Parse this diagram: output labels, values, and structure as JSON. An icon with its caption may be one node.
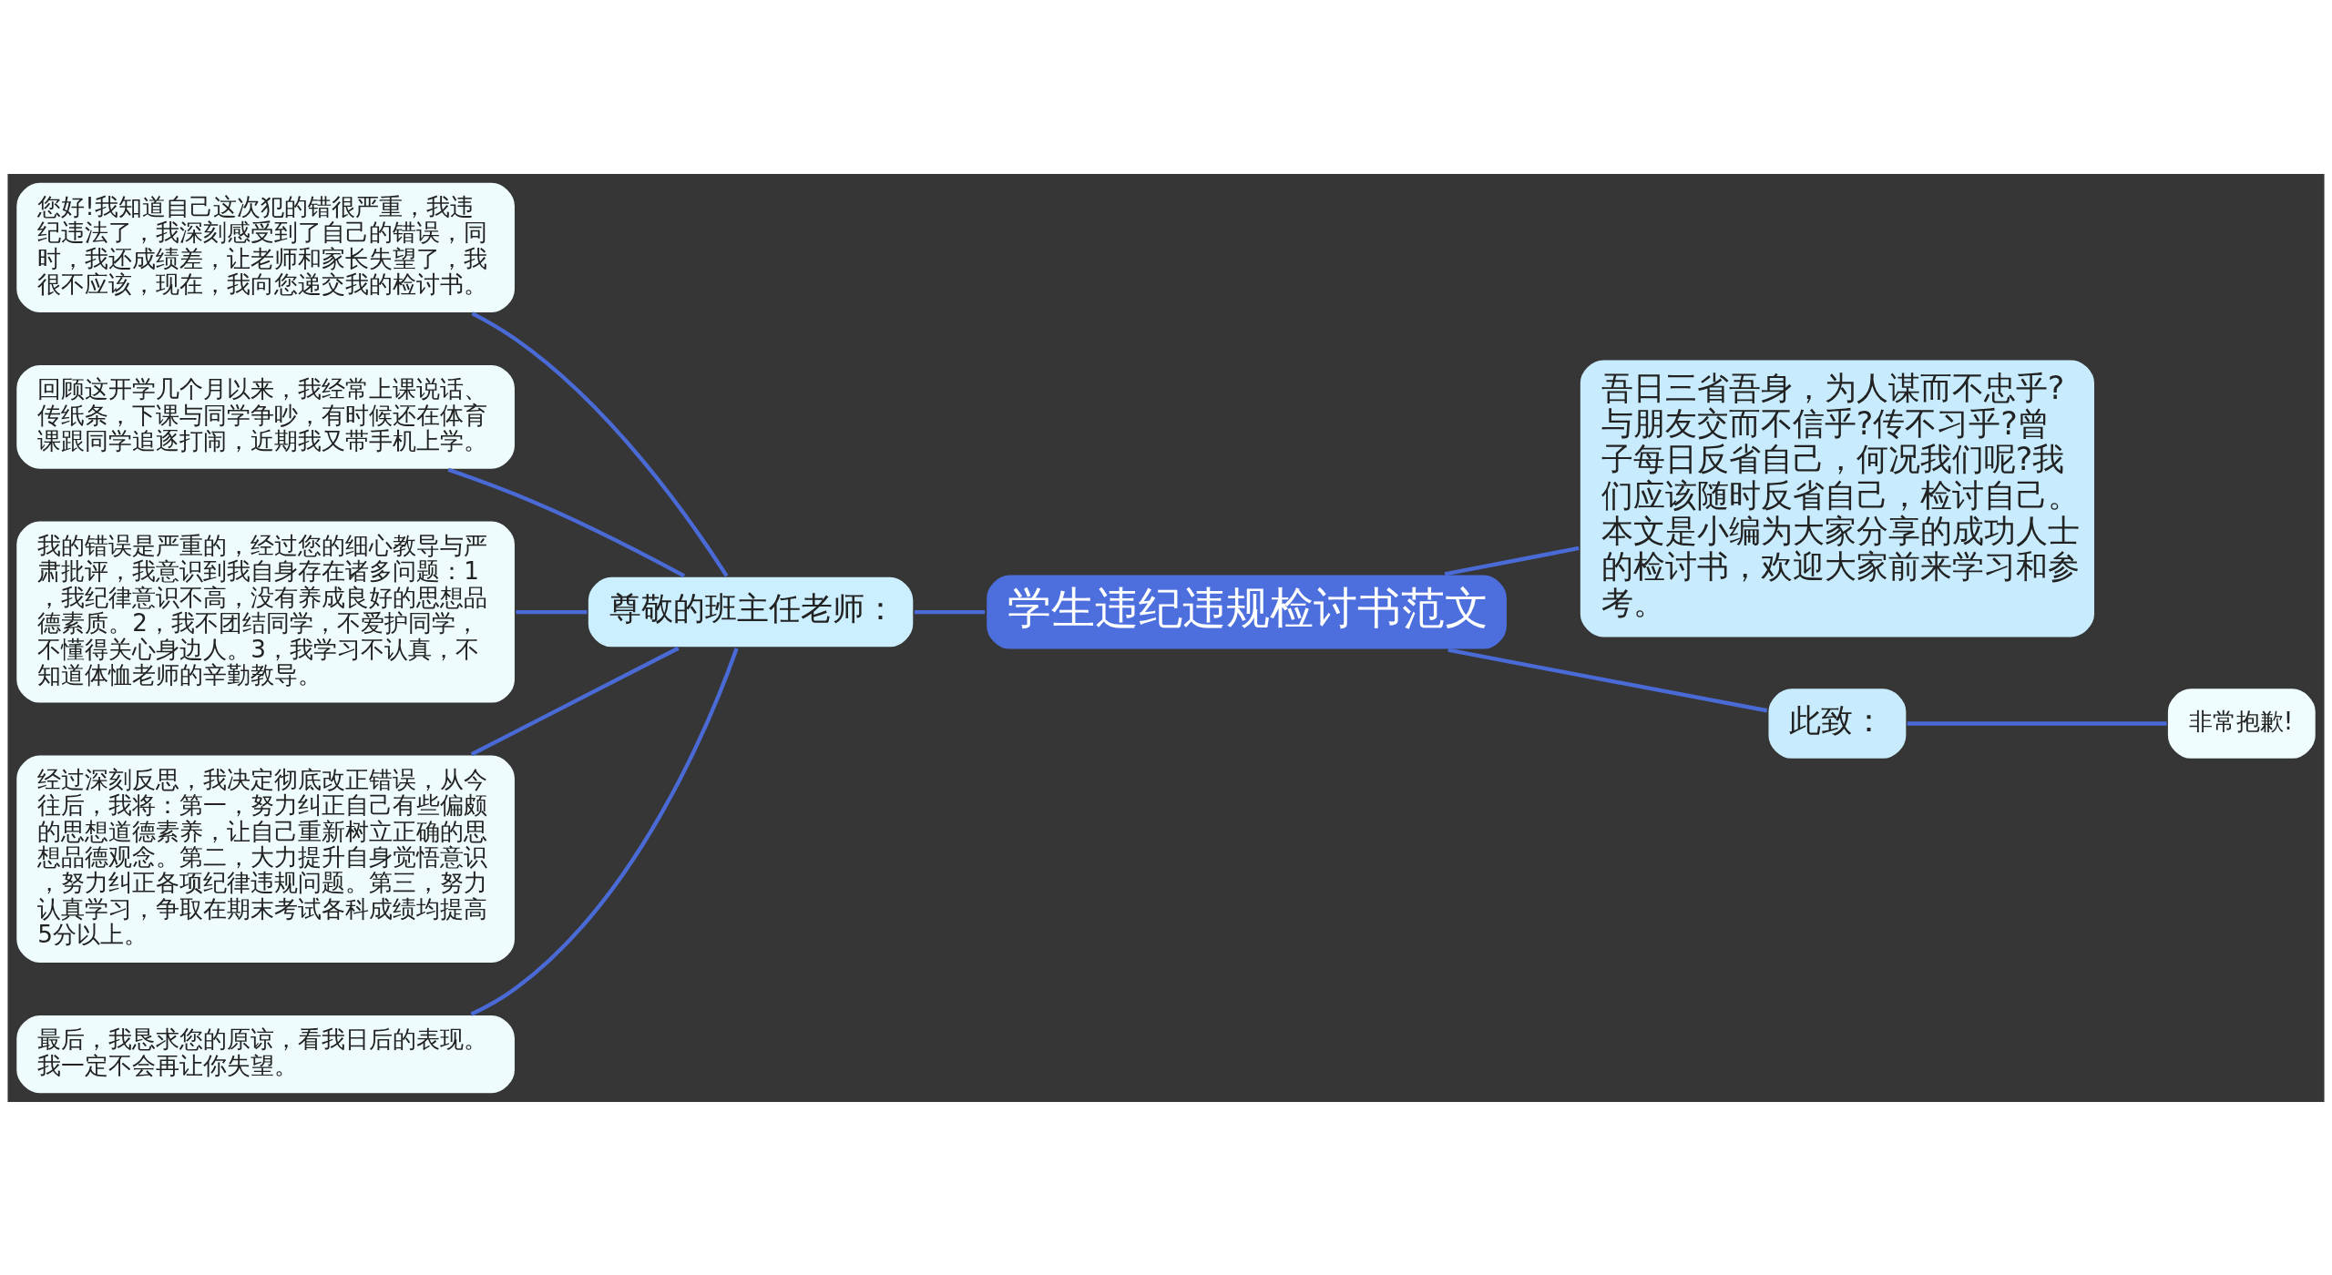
{
  "diagram": {
    "nodes": [
      {
        "text": [
          "学生违纪违规检讨书范文"
        ]
      },
      {
        "text": [
          "尊敬的班主任老师："
        ]
      },
      {
        "text": [
          "您好!我知道自己这次犯的错很严重，我违纪违法了，我深刻感受到了自己的错误，同时，我还成绩差，让老师和家长失望了，我很不应该，现在，我向您递交我的检讨书。"
        ]
      },
      {
        "text": [
          "回顾这开学几个月以来，我经常上课说话、传纸条，下课与同学争吵，有时候还在体育课跟同学追逐打闹，近期我又带手机上学。"
        ]
      },
      {
        "text": [
          "我的错误是严重的，经过您的细心教导与严肃批评，我意识到我自身存在诸多问题：1，我纪律意识不高，没有养成良好的思想品德素质。2，我不团结同学，不爱护同学，不懂得关心身边人。3，我学习不认真，不知道体恤老师的辛勤教导。"
        ]
      },
      {
        "text": [
          "经过深刻反思，我决定彻底改正错误，从今往后，我将：第一，努力纠正自己有些偏颇的思想道德素养，让自己重新树立正确的思想品德观念。第二，大力提升自身觉悟意识，努力纠正各项纪律违规问题。第三，努力认真学习，争取在期末考试各科成绩均提高5分以上。"
        ]
      },
      {
        "text": [
          "最后，我恳求您的原谅，看我日后的表现。我一定不会再让你失望。"
        ]
      },
      {
        "text": [
          "吾日三省吾身，为人谋而不忠乎?与朋友交而不信乎?传不习乎?曾子每日反省自己，何况我们呢?我们应该随时反省自己，检讨自己。本文是小编为大家分享的成功人士的检讨书，欢迎大家前来学习和参考。"
        ]
      },
      {
        "text": [
          "此致："
        ]
      },
      {
        "text": [
          "非常抱歉!"
        ]
      }
    ],
    "edges": [
      {
        "from": 0,
        "to": 1,
        "arrow": "none"
      },
      {
        "from": 1,
        "to": 2,
        "arrow": "none"
      },
      {
        "from": 1,
        "to": 3,
        "arrow": "none"
      },
      {
        "from": 1,
        "to": 4,
        "arrow": "none"
      },
      {
        "from": 1,
        "to": 5,
        "arrow": "none"
      },
      {
        "from": 1,
        "to": 6,
        "arrow": "none"
      },
      {
        "from": 0,
        "to": 7,
        "arrow": "none"
      },
      {
        "from": 0,
        "to": 8,
        "arrow": "none"
      },
      {
        "from": 8,
        "to": 9,
        "arrow": "none"
      }
    ]
  }
}
